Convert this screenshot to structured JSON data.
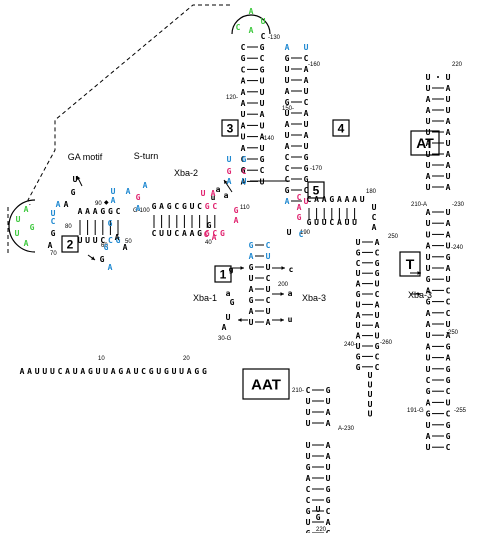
{
  "colors": {
    "black": "#000000",
    "blue": "#1e88d0",
    "magenta": "#e0226e",
    "green": "#3ec83e"
  },
  "labels": {
    "box1": "1",
    "box2": "2",
    "box3": "3",
    "box4": "4",
    "box5": "5",
    "aat": "AAT",
    "at": "AT",
    "t": "T",
    "ga_motif": "GA motif",
    "s_turn": "S-turn",
    "xba1": "Xba-1",
    "xba2": "Xba-2",
    "xba3a": "Xba-3",
    "xba3b": "Xba-3"
  },
  "sequence_5prime": "AAUUUCAUAGUUAGAUCGUGUUAGG",
  "position_numbers": [
    "10",
    "20",
    "30",
    "40",
    "50",
    "60",
    "70",
    "80",
    "90",
    "100",
    "110",
    "120",
    "130",
    "140",
    "150",
    "160",
    "170",
    "180",
    "190",
    "191",
    "200",
    "210",
    "220",
    "230",
    "240",
    "250",
    "255",
    "260"
  ]
}
